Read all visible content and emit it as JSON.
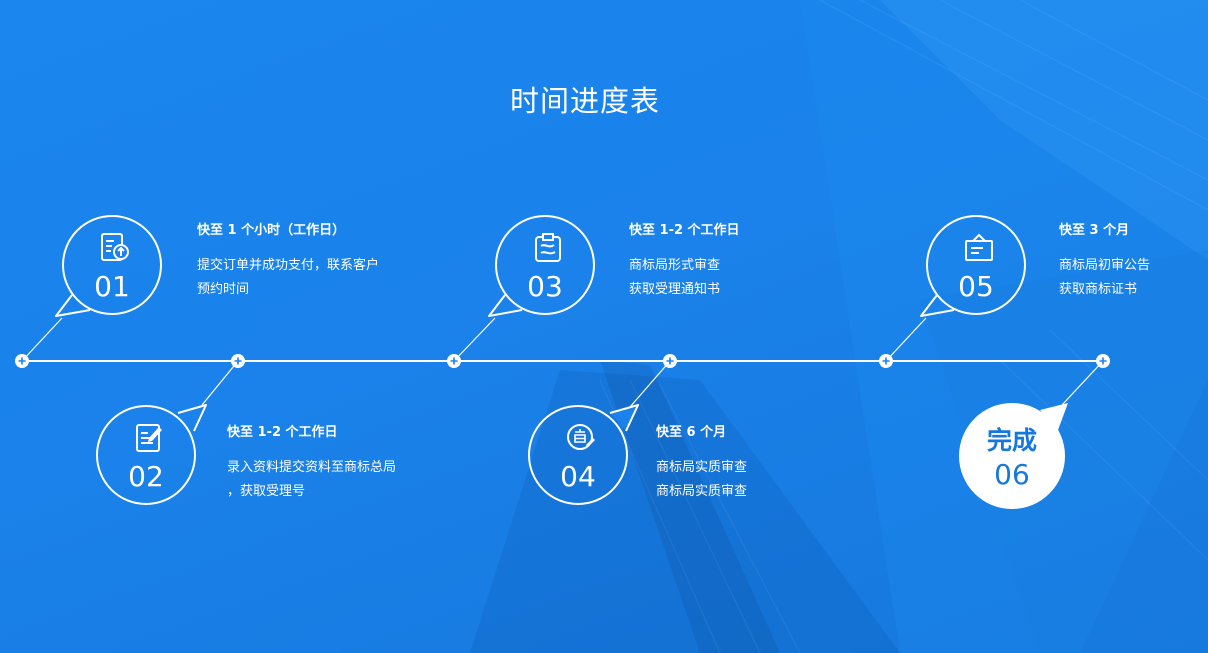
{
  "title": "时间进度表",
  "steps": [
    {
      "num": "01",
      "icon": "document-upload-icon",
      "heading": "快至 1 个小时（工作日）",
      "lines": [
        "提交订单并成功支付，联系客户",
        "预约时间"
      ]
    },
    {
      "num": "02",
      "icon": "document-edit-icon",
      "heading": "快至 1-2 个工作日",
      "lines": [
        "录入资料提交资料至商标总局",
        "，获取受理号"
      ]
    },
    {
      "num": "03",
      "icon": "clipboard-icon",
      "heading": "快至 1-2 个工作日",
      "lines": [
        "商标局形式审查",
        "获取受理通知书"
      ]
    },
    {
      "num": "04",
      "icon": "review-stamp-icon",
      "heading": "快至 6 个月",
      "lines": [
        "商标局实质审查",
        "商标局实质审查"
      ]
    },
    {
      "num": "05",
      "icon": "notice-board-icon",
      "heading": "快至 3 个月",
      "lines": [
        "商标局初审公告",
        "获取商标证书"
      ]
    }
  ],
  "final": {
    "label": "完成",
    "num": "06"
  },
  "icons": {
    "node": "plus-node-icon"
  },
  "colors": {
    "background": "#1a82ea",
    "accent": "#ffffff",
    "final_text": "#1677dc"
  }
}
